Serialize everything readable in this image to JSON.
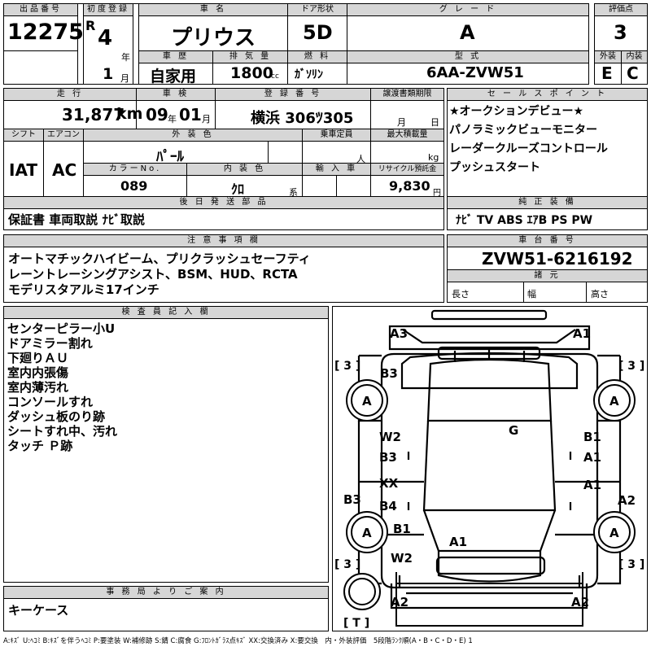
{
  "lot": {
    "label": "出品番号",
    "value": "12275"
  },
  "first_reg": {
    "label": "初度登録",
    "era": "R",
    "year": "4",
    "year_unit": "年",
    "month": "1",
    "month_unit": "月"
  },
  "car_name": {
    "label": "車 名",
    "value": "プリウス"
  },
  "door": {
    "label": "ドア形状",
    "value": "5D"
  },
  "grade": {
    "label": "グ レ ー ド",
    "value": "A"
  },
  "score": {
    "label": "評価点",
    "value": "3",
    "ext_label": "外装",
    "ext": "E",
    "int_label": "内装",
    "int": "C"
  },
  "history": {
    "label": "車 歴",
    "value": "自家用"
  },
  "displacement": {
    "label": "排 気 量",
    "value": "1800",
    "unit": "cc"
  },
  "fuel": {
    "label": "燃 料",
    "value": "ｶﾞｿﾘﾝ"
  },
  "model": {
    "label": "型 式",
    "value": "6AA-ZVW51"
  },
  "mileage": {
    "label": "走 行",
    "value": "31,877",
    "unit": "km"
  },
  "inspection": {
    "label": "車 検",
    "year": "09",
    "year_unit": "年",
    "month": "01",
    "month_unit": "月"
  },
  "plate": {
    "label": "登 録 番 号",
    "value": "横浜 306ﾂ305"
  },
  "transfer": {
    "label": "譲渡書類期限",
    "month_unit": "月",
    "day_unit": "日"
  },
  "shift": {
    "label": "シフト",
    "value": "IAT"
  },
  "aircon": {
    "label": "エアコン",
    "value": "AC"
  },
  "ext_color": {
    "label": "外 装 色",
    "value": "ﾊﾟｰﾙ"
  },
  "capacity": {
    "label": "乗車定員",
    "unit": "人"
  },
  "max_load": {
    "label": "最大積載量",
    "unit": "kg"
  },
  "color_no": {
    "label": "カラーNo.",
    "value": "089"
  },
  "int_color": {
    "label": "内 装 色",
    "value": "ｸﾛ",
    "unit": "系"
  },
  "import": {
    "label": "輸 入 車"
  },
  "recycle": {
    "label": "リサイクル預託金",
    "value": "9,830",
    "unit": "円"
  },
  "sales_points": {
    "label": "セ ー ル ス ポ イ ン ト",
    "items": [
      "★オークションデビュー★",
      "パノラミックビューモニター",
      "レーダークルーズコントロール",
      "プッシュスタート"
    ]
  },
  "later_docs": {
    "label": "後 日 発 送 部 品",
    "value": "保証書 車両取説 ﾅﾋﾞ取説"
  },
  "genuine": {
    "label": "純 正 装 備",
    "value": "ﾅﾋﾞ TV ABS ｴｱB PS PW"
  },
  "cautions": {
    "label": "注 意 事 項 欄",
    "items": [
      "オートマチックハイビーム、プリクラッシュセーフティ",
      "レーントレーシングアシスト、BSM、HUD、RCTA",
      "モデリスタアルミ17インチ"
    ]
  },
  "chassis": {
    "label": "車 台 番 号",
    "value": "ZVW51-6216192"
  },
  "dims": {
    "label": "諸 元",
    "length": "長さ",
    "width": "幅",
    "height": "高さ"
  },
  "inspector": {
    "label": "検 査 員 記 入 欄",
    "items": [
      "センターピラー小U",
      "ドアミラー割れ",
      "下廻りＡＵ",
      "室内内張傷",
      "室内薄汚れ",
      "コンソールすれ",
      "ダッシュ板のり跡",
      "シートすれ中、汚れ",
      "タッチ Ｐ跡"
    ]
  },
  "office": {
    "label": "事 務 局 よ り ご 案 内",
    "value": "キーケース"
  },
  "diagram": {
    "marks": [
      "A3",
      "A1",
      "B3",
      "A",
      "A",
      "G",
      "W2",
      "B3",
      "B1",
      "A1",
      "XX",
      "B4",
      "A1",
      "B3",
      "A2",
      "A",
      "B1",
      "A",
      "A1",
      "W2",
      "A2",
      "A2"
    ],
    "brackets": [
      "[ 3 ]",
      "[ 3 ]",
      "[ 3 ]",
      "[ 3 ]",
      "[ T ]"
    ]
  },
  "legend": "A:ｷｽﾞ U:ﾍｺﾐ B:ｷｽﾞを伴うﾍｺﾐ P:要塗装 W:補修跡 S:錆 C:腐食 G:ﾌﾛﾝﾄｶﾞﾗｽ点ｷｽﾞ XX:交換済み X:要交換　内・外装評価　5段階ﾗﾝｸ順(A・B・C・D・E) 1"
}
